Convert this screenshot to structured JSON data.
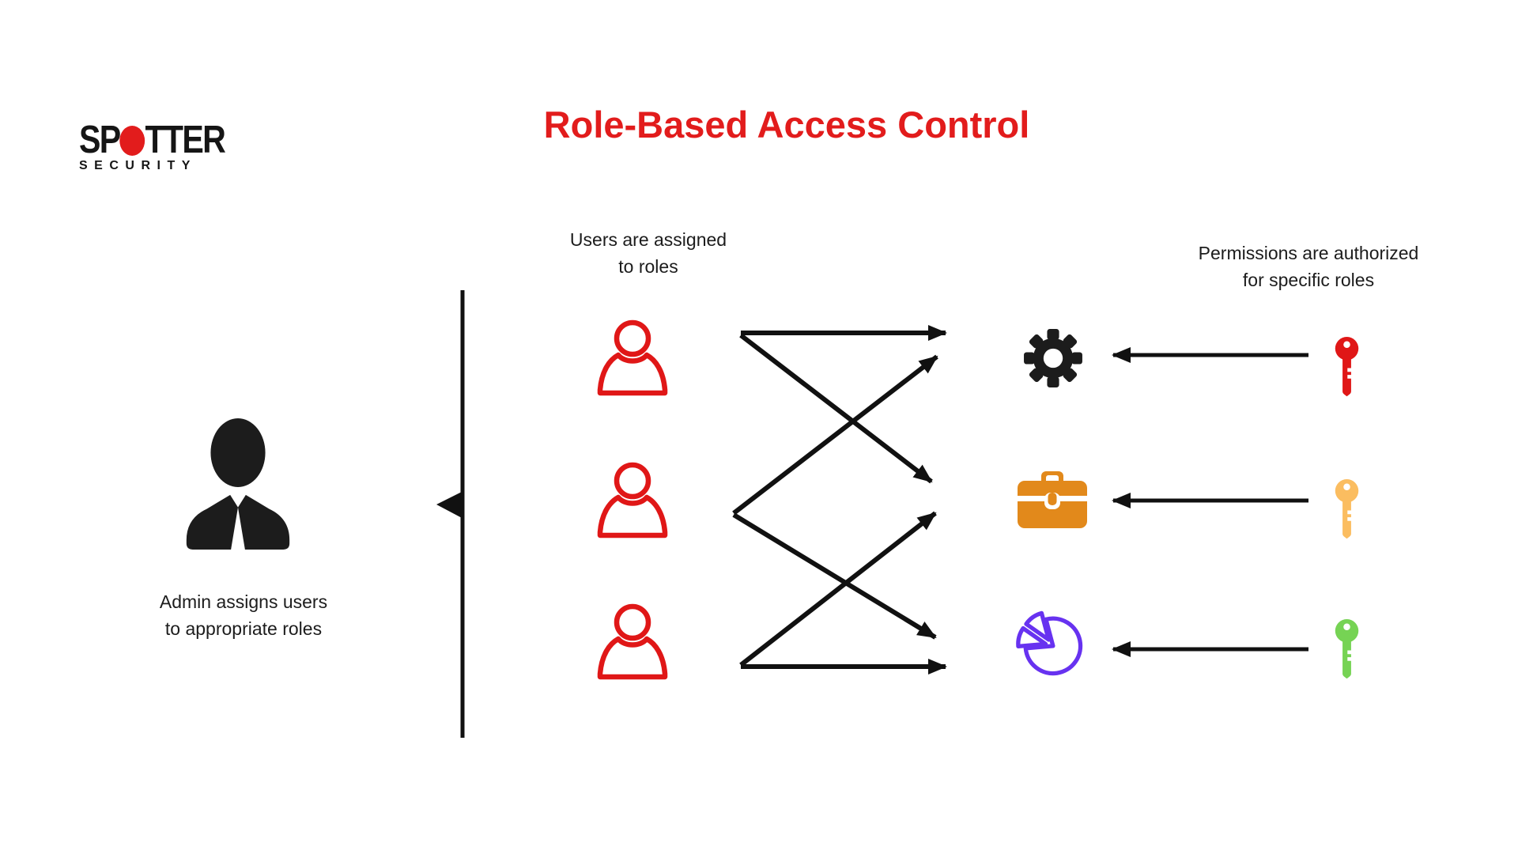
{
  "palette": {
    "red": "#e01717",
    "title_red": "#e21c1c",
    "black": "#1c1c1c",
    "orange": "#e2891b",
    "amber": "#fbbd60",
    "green": "#76d354",
    "purple": "#6732f0",
    "line_black": "#111111"
  },
  "logo": {
    "name_before_dot": "SP",
    "name_after_dot": "TTER",
    "dot_icon": "red-dot-icon",
    "subtitle": "SECURITY"
  },
  "title": "Role-Based Access Control",
  "captions": {
    "users_line1": "Users are assigned",
    "users_line2": "to roles",
    "permissions_line1": "Permissions are authorized",
    "permissions_line2": "for specific roles",
    "admin_line1": "Admin assigns users",
    "admin_line2": "to appropriate roles"
  },
  "diagram": {
    "admin": {
      "icon": "admin-person-icon",
      "color": "#1c1c1c"
    },
    "user_color": "#e01717",
    "users": [
      {
        "id": "user-1",
        "icon": "user-icon"
      },
      {
        "id": "user-2",
        "icon": "user-icon"
      },
      {
        "id": "user-3",
        "icon": "user-icon"
      }
    ],
    "roles": [
      {
        "id": "role-1",
        "icon": "gear-icon",
        "color": "#1c1c1c"
      },
      {
        "id": "role-2",
        "icon": "briefcase-icon",
        "color": "#e2891b"
      },
      {
        "id": "role-3",
        "icon": "pie-chart-icon",
        "color": "#6732f0"
      }
    ],
    "permissions": [
      {
        "id": "permission-1",
        "icon": "key-icon",
        "color": "#e01717",
        "authorized_for": "role-1"
      },
      {
        "id": "permission-2",
        "icon": "key-icon",
        "color": "#fbbd60",
        "authorized_for": "role-2"
      },
      {
        "id": "permission-3",
        "icon": "key-icon",
        "color": "#76d354",
        "authorized_for": "role-3"
      }
    ],
    "assignments": [
      {
        "user": "user-1",
        "role": "role-1"
      },
      {
        "user": "user-1",
        "role": "role-2"
      },
      {
        "user": "user-2",
        "role": "role-1"
      },
      {
        "user": "user-2",
        "role": "role-3"
      },
      {
        "user": "user-3",
        "role": "role-2"
      },
      {
        "user": "user-3",
        "role": "role-3"
      }
    ]
  }
}
